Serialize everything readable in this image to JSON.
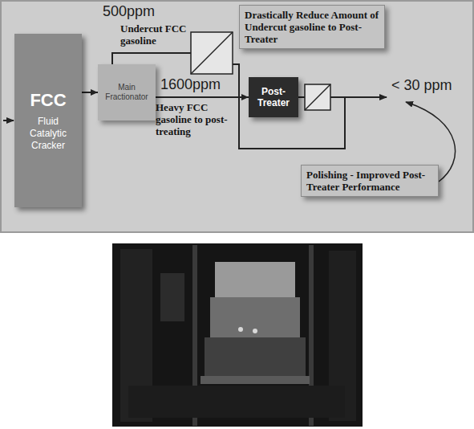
{
  "diagram": {
    "nodes": [
      {
        "text": [
          "FCC",
          "Fluid Catalytic Cracker"
        ]
      },
      {
        "text": [
          "Main Fractionator"
        ]
      },
      {
        "text": [
          "Drastically Reduce Amount of Undercut gasoline to Post-Treater"
        ]
      },
      {
        "text": [
          "Post-Treater"
        ]
      },
      {
        "text": [
          "Polishing - Improved Post-Treater Performance"
        ]
      }
    ],
    "edges": [
      {
        "from": 0,
        "to": 1,
        "arrow": "to"
      },
      {
        "from": 1,
        "to": 3,
        "arrow": "to"
      }
    ],
    "labels": [
      "500ppm",
      "Undercut FCC gasoline",
      "1600ppm",
      "Heavy FCC gasoline to post-treating",
      "< 30 ppm"
    ]
  }
}
